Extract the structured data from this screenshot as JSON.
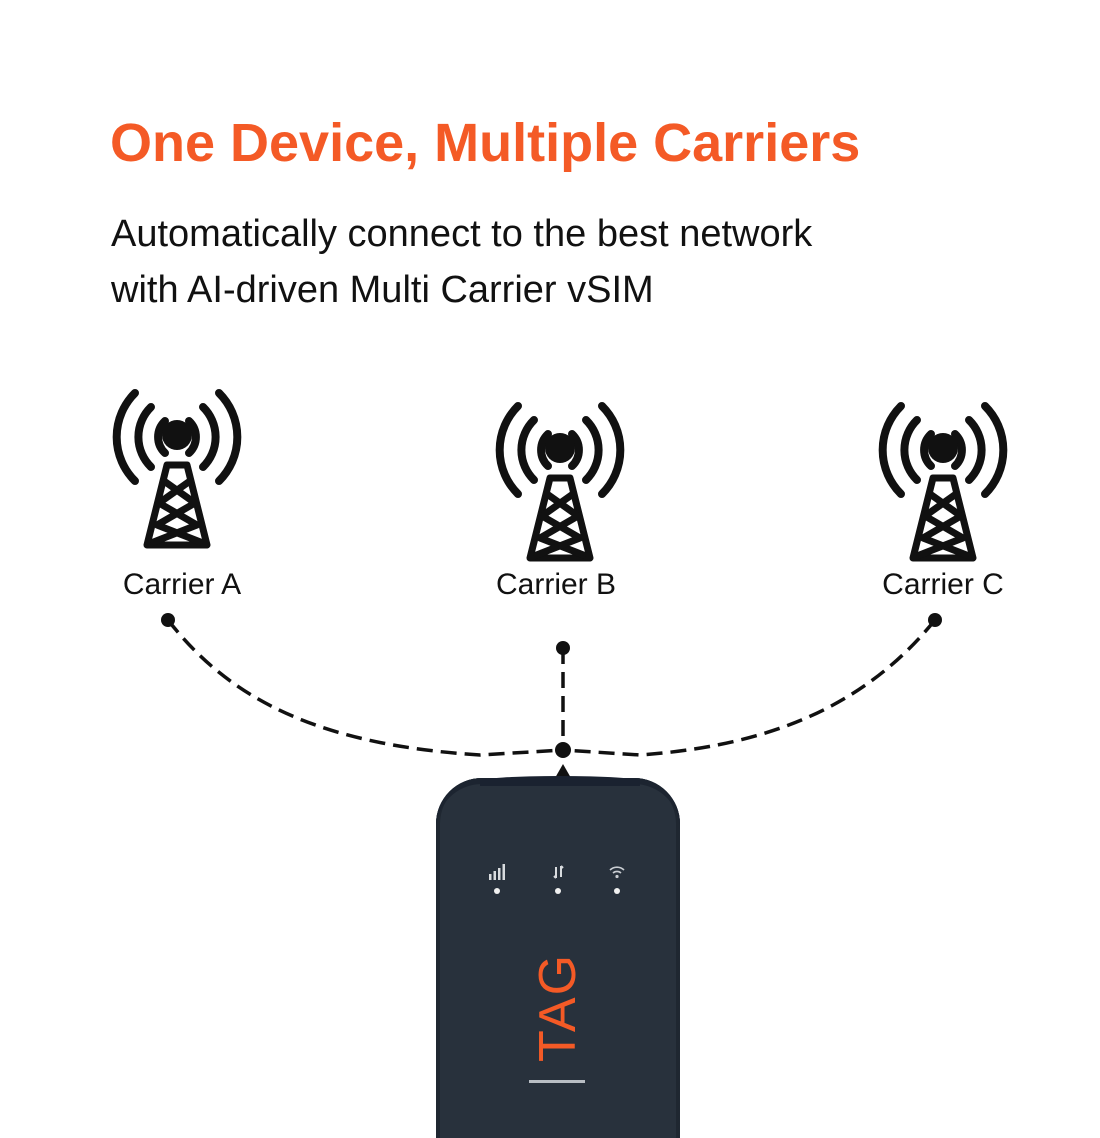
{
  "header": {
    "title": "One Device, Multiple Carriers",
    "subtitle_line1": "Automatically connect to the best network",
    "subtitle_line2": "with AI-driven Multi Carrier vSIM"
  },
  "carriers": [
    {
      "label": "Carrier A",
      "icon": "cell-tower-icon"
    },
    {
      "label": "Carrier B",
      "icon": "cell-tower-icon"
    },
    {
      "label": "Carrier C",
      "icon": "cell-tower-icon"
    }
  ],
  "device": {
    "brand": "TAG",
    "indicators": [
      {
        "icon": "signal-bars-icon"
      },
      {
        "icon": "data-arrows-icon"
      },
      {
        "icon": "wifi-icon"
      }
    ]
  },
  "colors": {
    "accent": "#f45a26",
    "device_body": "#28313c",
    "text": "#111111"
  }
}
